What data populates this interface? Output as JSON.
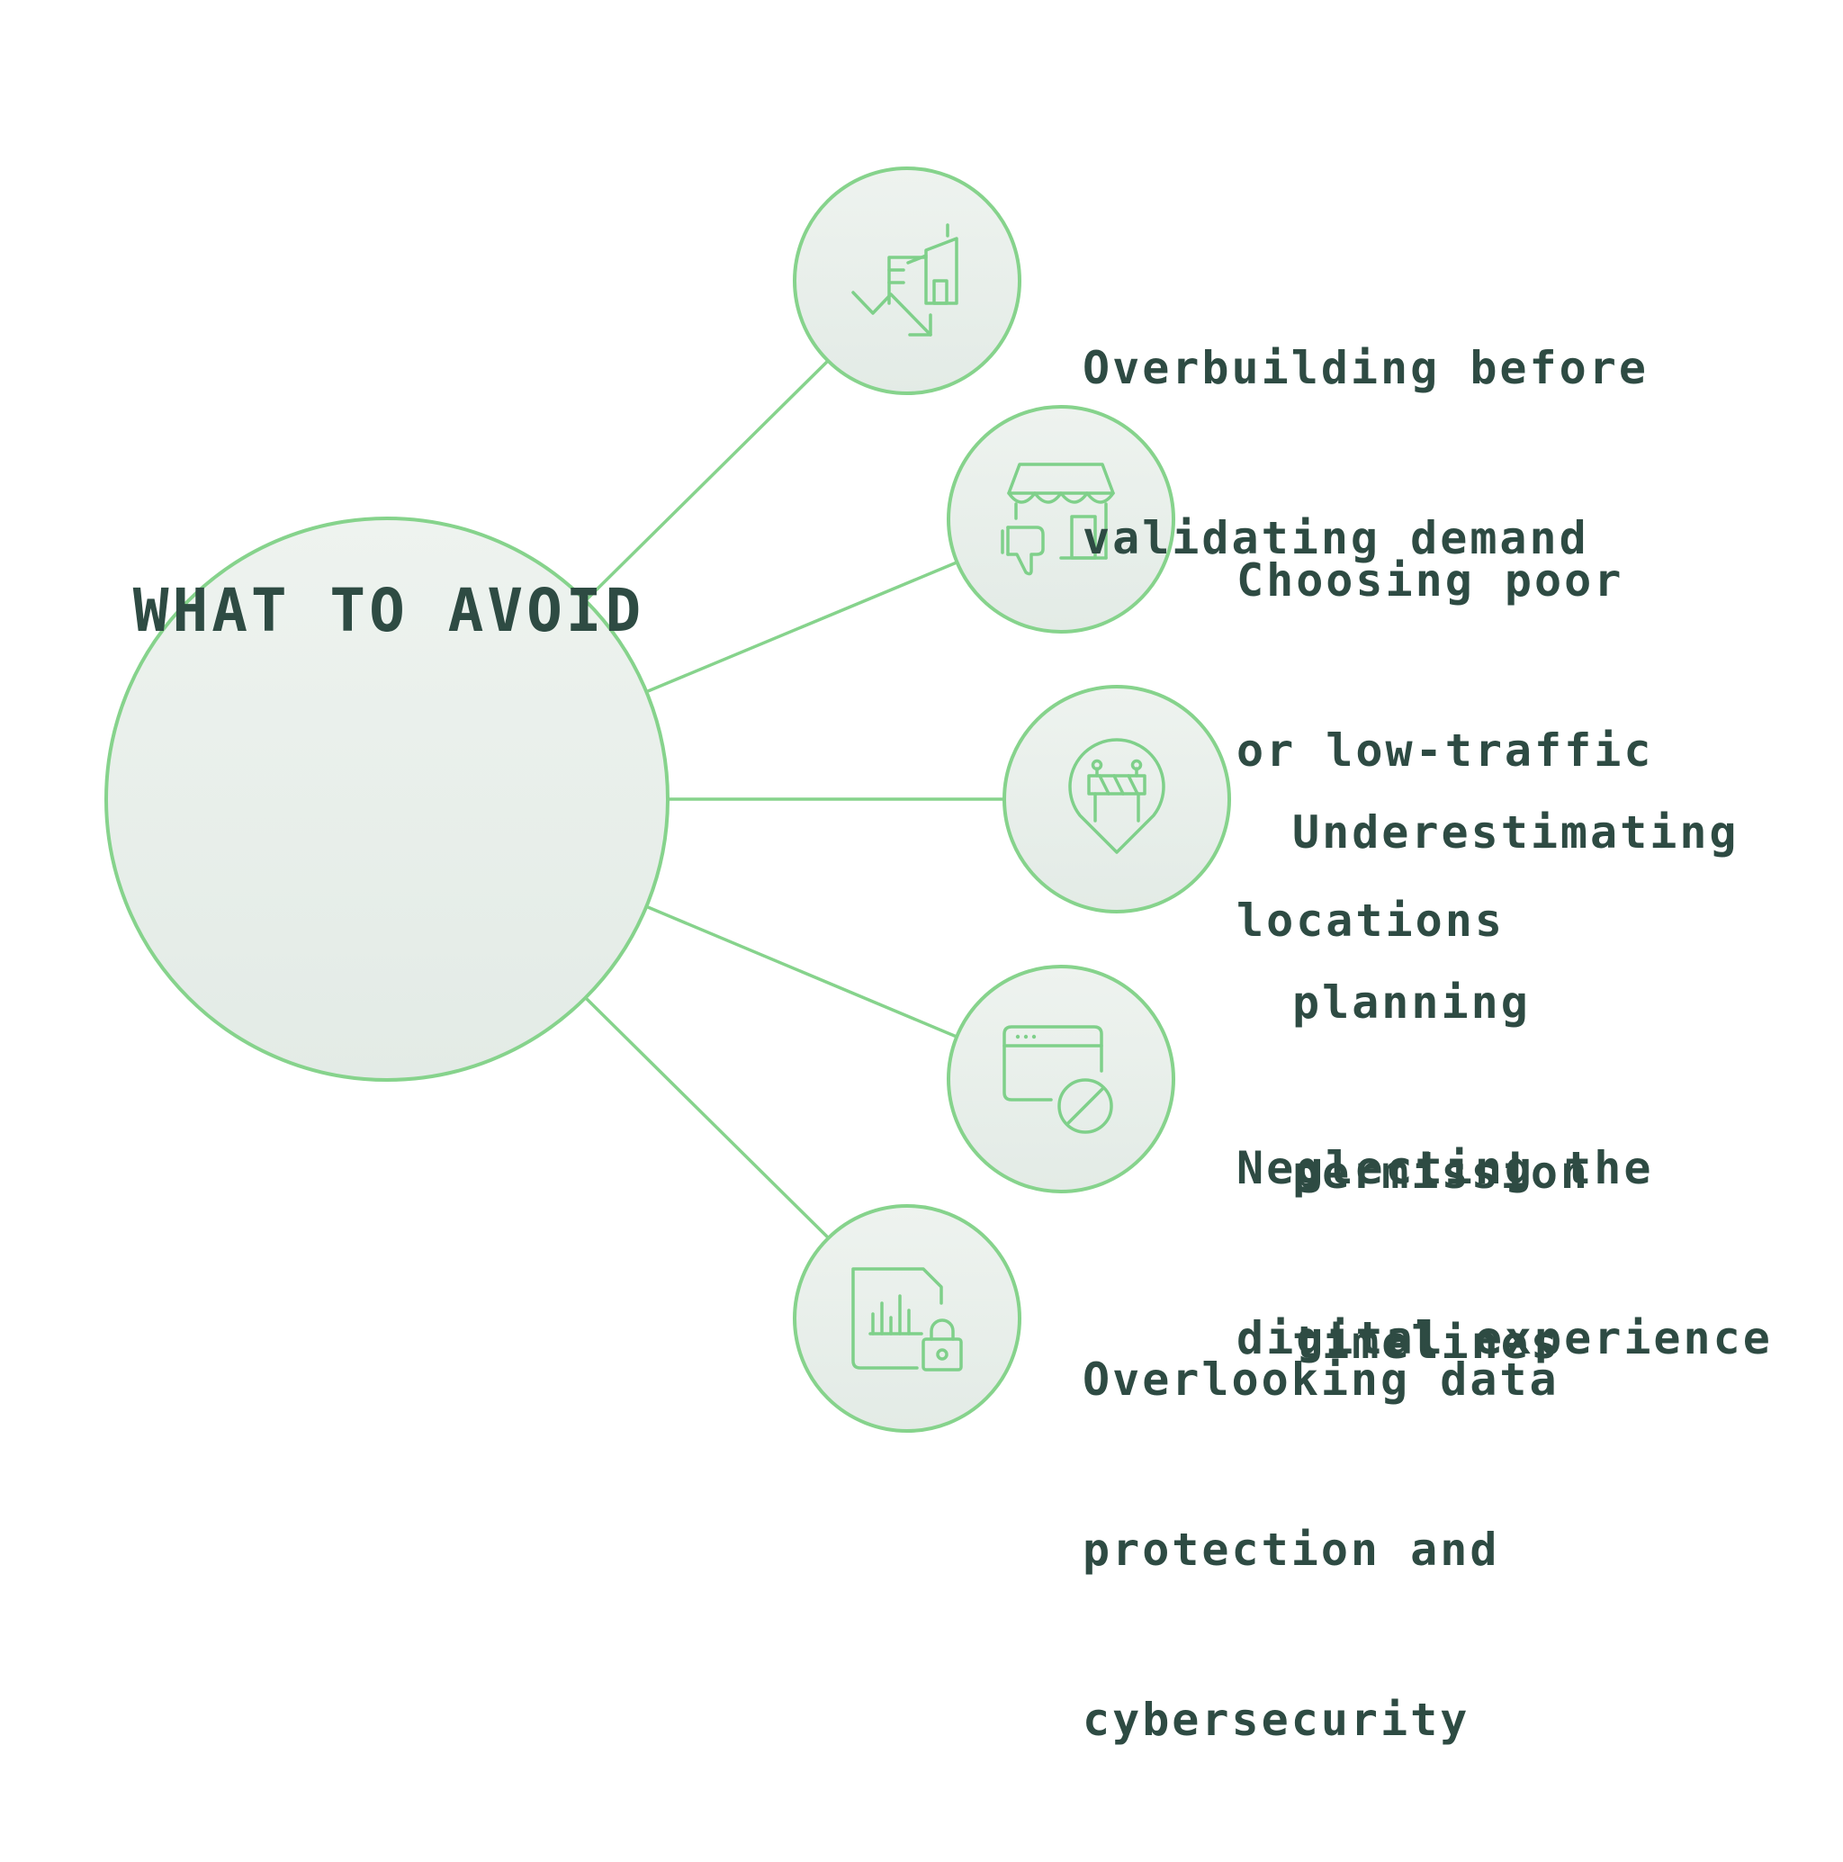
{
  "colors": {
    "line": "#86d38c",
    "icon": "#7fd08a",
    "text": "#2e4b43",
    "circle_fill_top": "#eef3ef",
    "circle_fill_bottom": "#e3ebe6"
  },
  "hub": {
    "title": "WHAT TO AVOID"
  },
  "items": [
    {
      "icon": "declining-building-icon",
      "lines": [
        "Overbuilding before",
        "validating demand"
      ]
    },
    {
      "icon": "storefront-thumbs-down-icon",
      "lines": [
        "Choosing poor",
        "or low-traffic",
        "locations"
      ]
    },
    {
      "icon": "roadblock-location-pin-icon",
      "lines": [
        "Underestimating",
        "planning",
        "permission",
        "timelines"
      ]
    },
    {
      "icon": "browser-blocked-icon",
      "lines": [
        "Neglecting the",
        "digital experience"
      ]
    },
    {
      "icon": "document-chart-lock-icon",
      "lines": [
        "Overlooking data",
        "protection and",
        "cybersecurity"
      ]
    }
  ]
}
